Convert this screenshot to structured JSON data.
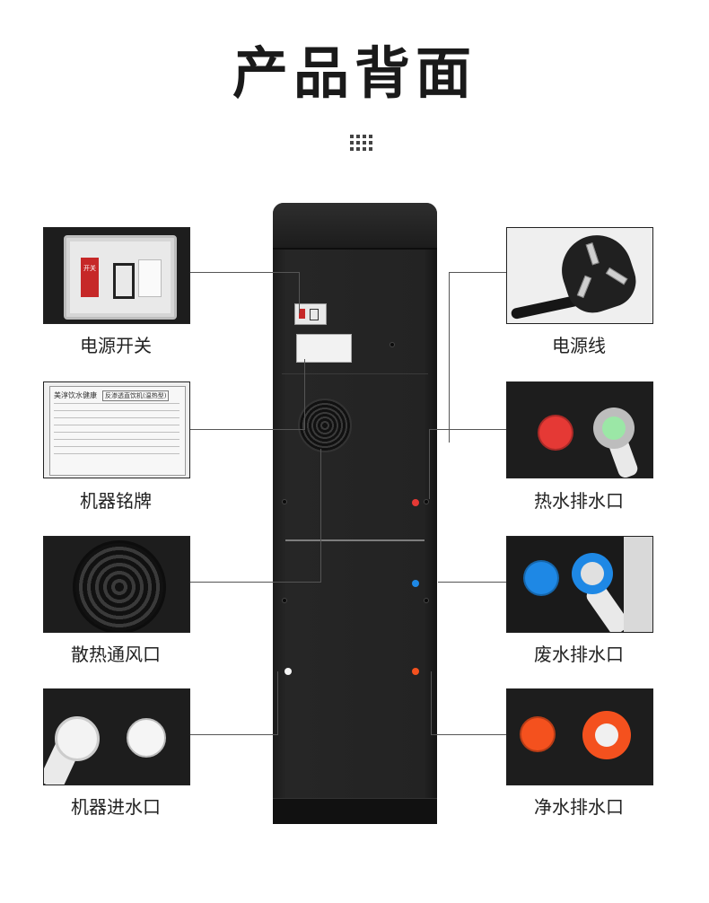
{
  "title": "产品背面",
  "colors": {
    "machine": "#232323",
    "hot_cap": "#e53935",
    "waste_cap": "#1e88e5",
    "pure_cap": "#f4511e",
    "inlet_cap": "#f5f5f5"
  },
  "callouts": {
    "left": [
      {
        "label": "电源开关"
      },
      {
        "label": "机器铭牌"
      },
      {
        "label": "散热通风口"
      },
      {
        "label": "机器进水口"
      }
    ],
    "right": [
      {
        "label": "电源线"
      },
      {
        "label": "热水排水口"
      },
      {
        "label": "废水排水口"
      },
      {
        "label": "净水排水口"
      }
    ]
  },
  "nameplate": {
    "brand": "美淳饮水健康",
    "product": "反渗透直饮机(温热型)"
  },
  "switch_text": "开关"
}
